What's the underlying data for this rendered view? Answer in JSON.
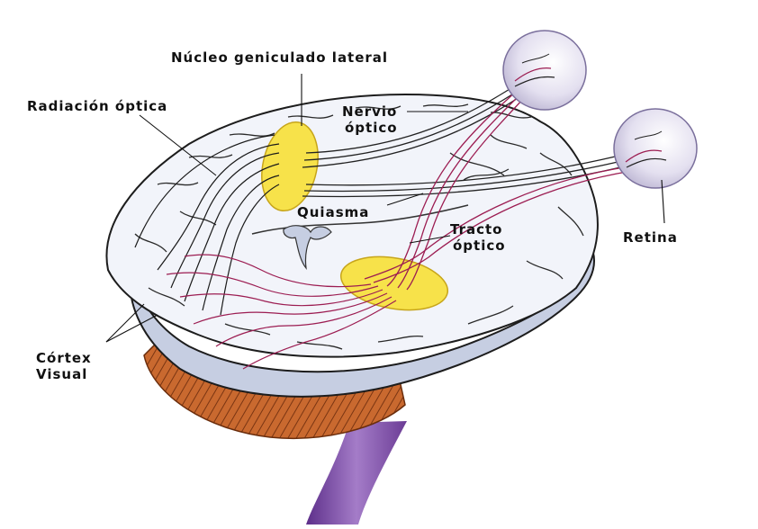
{
  "labels": {
    "nucleo": "Núcleo geniculado lateral",
    "radiacion": "Radiación óptica",
    "nervio_1": "Nervio",
    "nervio_2": "óptico",
    "quiasma": "Quiasma",
    "tracto_1": "Tracto",
    "tracto_2": "óptico",
    "retina": "Retina",
    "cortex_1": "Córtex",
    "cortex_2": "Visual"
  },
  "colors": {
    "brain": "#e9edf6",
    "brain_shade": "#c3cbdf",
    "nucleus": "#f7e24a",
    "optic_fibers": "#9c1d52",
    "cerebellum": "#c0602a",
    "brainstem": "#7f4fa8",
    "eyeball": "#ede9f5"
  }
}
